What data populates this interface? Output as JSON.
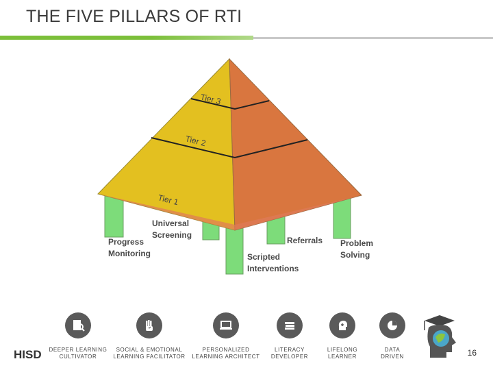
{
  "title": "THE FIVE PILLARS OF RTI",
  "pyramid": {
    "tiers": [
      "Tier 3",
      "Tier 2",
      "Tier 1"
    ],
    "pillar_labels": {
      "progress_monitoring": [
        "Progress",
        "Monitoring"
      ],
      "universal_screening": [
        "Universal",
        "Screening"
      ],
      "scripted_interventions": [
        "Scripted",
        "Interventions"
      ],
      "referrals": [
        "Referrals"
      ],
      "problem_solving": [
        "Problem",
        "Solving"
      ]
    },
    "colors": {
      "left_face": "#e3c020",
      "right_face": "#d9763f",
      "pillar": "#7ddc7a"
    }
  },
  "footer": {
    "logo": "HISD",
    "pillars": [
      {
        "line1": "DEEPER LEARNING",
        "line2": "CULTIVATOR",
        "icon": "document-magnifier-icon"
      },
      {
        "line1": "SOCIAL & EMOTIONAL",
        "line2": "LEARNING FACILITATOR",
        "icon": "hand-heart-icon"
      },
      {
        "line1": "PERSONALIZED",
        "line2": "LEARNING ARCHITECT",
        "icon": "laptop-icon"
      },
      {
        "line1": "LITERACY",
        "line2": "DEVELOPER",
        "icon": "books-icon"
      },
      {
        "line1": "LIFELONG",
        "line2": "LEARNER",
        "icon": "head-plus-icon"
      },
      {
        "line1": "DATA",
        "line2": "DRIVEN",
        "icon": "pie-chart-icon"
      }
    ],
    "page_number": "16"
  }
}
